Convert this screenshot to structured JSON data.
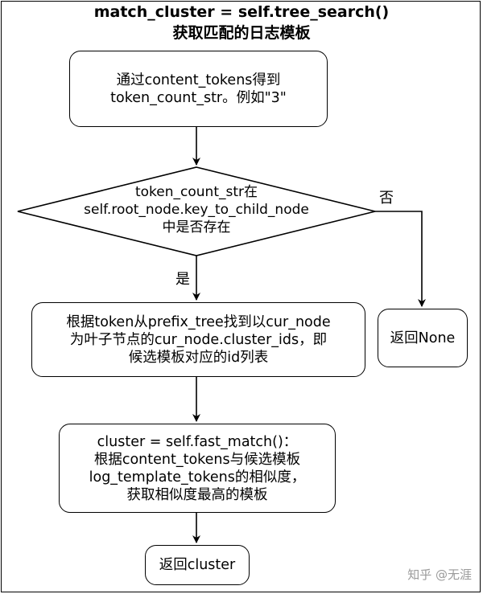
{
  "title": {
    "line1": "match_cluster = self.tree_search()",
    "line2": "获取匹配的日志模板"
  },
  "nodes": {
    "step1": {
      "line1": "通过content_tokens得到",
      "line2": "token_count_str。例如\"3\""
    },
    "decision": {
      "line1": "token_count_str在",
      "line2": "self.root_node.key_to_child_node",
      "line3": "中是否存在"
    },
    "step2": {
      "line1": "根据token从prefix_tree找到以cur_node",
      "line2": "为叶子节点的cur_node.cluster_ids，即",
      "line3": "候选模板对应的id列表"
    },
    "return_none": {
      "label": "返回None"
    },
    "step3": {
      "line1": "cluster = self.fast_match()：",
      "line2": "根据content_tokens与候选模板",
      "line3": "log_template_tokens的相似度，",
      "line4": "获取相似度最高的模板"
    },
    "return_cluster": {
      "label": "返回cluster"
    }
  },
  "edges": {
    "yes_label": "是",
    "no_label": "否"
  },
  "watermark": "知乎 @无涯"
}
